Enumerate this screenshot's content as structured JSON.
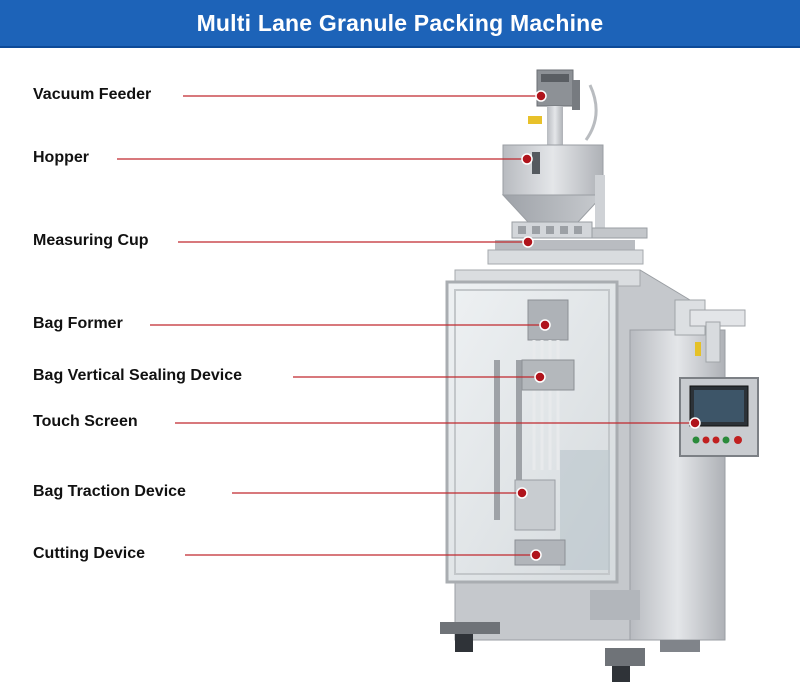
{
  "title": "Multi Lane Granule Packing Machine",
  "colors": {
    "title_bar": "#1d63b8",
    "leader_line": "#c0282e",
    "marker": "#b0141c",
    "machine_steel": "#c9ccd0"
  },
  "callouts": [
    {
      "id": "vacuum-feeder",
      "label": "Vacuum Feeder"
    },
    {
      "id": "hopper",
      "label": "Hopper"
    },
    {
      "id": "measuring-cup",
      "label": "Measuring Cup"
    },
    {
      "id": "bag-former",
      "label": "Bag Former"
    },
    {
      "id": "bag-vertical-sealing-device",
      "label": "Bag Vertical Sealing Device"
    },
    {
      "id": "touch-screen",
      "label": "Touch Screen"
    },
    {
      "id": "bag-traction-device",
      "label": "Bag Traction Device"
    },
    {
      "id": "cutting-device",
      "label": "Cutting Device"
    }
  ]
}
